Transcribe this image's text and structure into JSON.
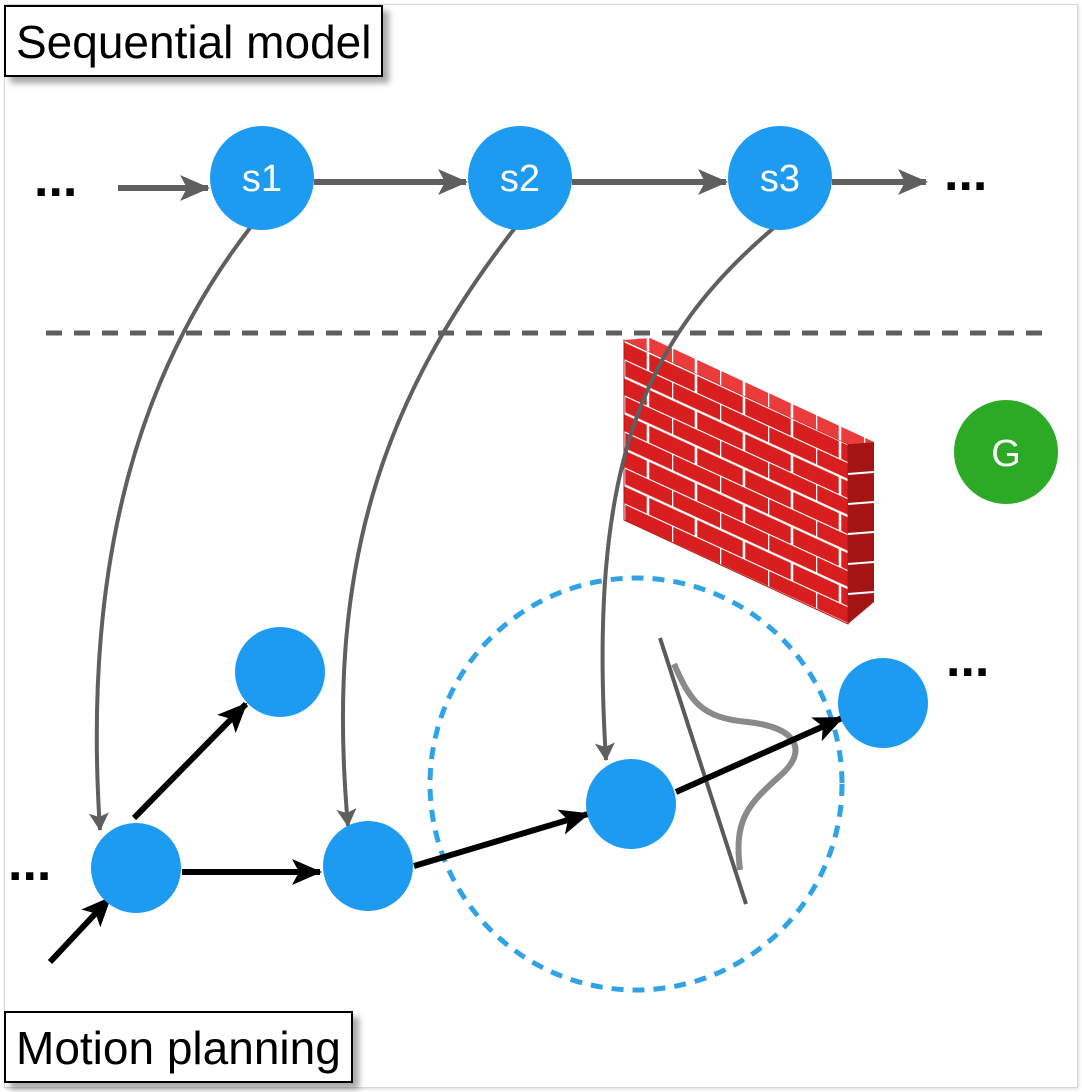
{
  "labels": {
    "sequential_model": "Sequential model",
    "motion_planning": "Motion planning"
  },
  "states": [
    {
      "id": "s1",
      "label": "s1"
    },
    {
      "id": "s2",
      "label": "s2"
    },
    {
      "id": "s3",
      "label": "s3"
    }
  ],
  "goal": {
    "label": "G"
  },
  "ellipsis": "...",
  "colors": {
    "node_blue": "#1d9bf0",
    "goal_green": "#2caa26",
    "arrow_gray": "#5f5f5f",
    "arrow_black": "#000000",
    "dashed_circle": "#2fa3e6",
    "wall_red": "#d81e1e",
    "distribution_gray": "#8a8a8a"
  },
  "icons": [
    "brick-wall-icon",
    "gaussian-distribution-icon"
  ]
}
